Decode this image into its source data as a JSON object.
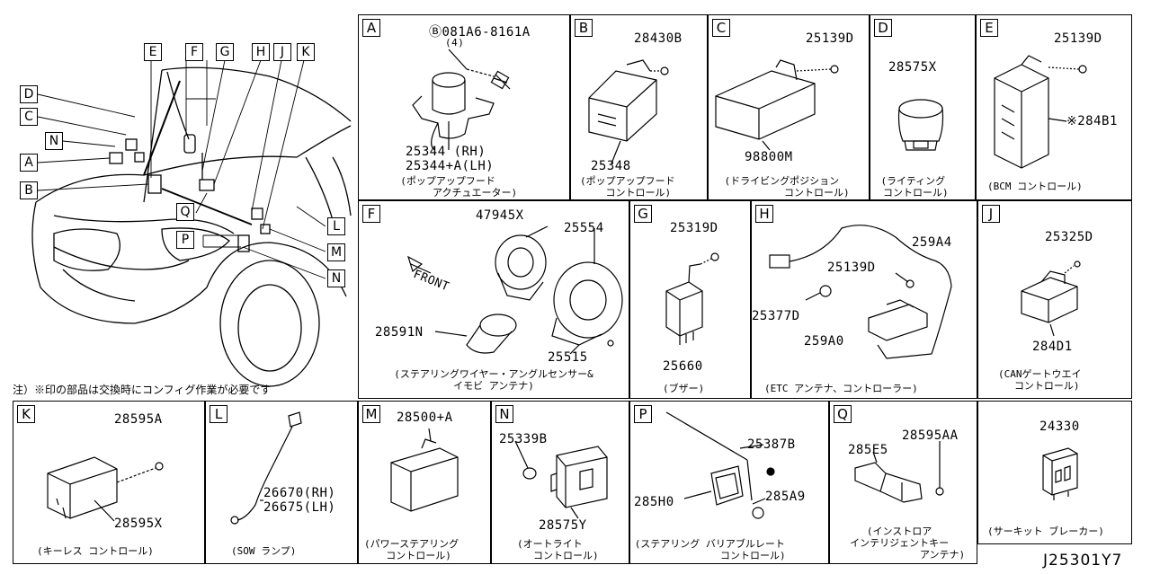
{
  "diagram_code": "J25301Y7",
  "note": "注）※印の部品は交換時にコンフィグ作業が必要です",
  "overview": {
    "callouts": [
      "E",
      "F",
      "G",
      "H",
      "J",
      "K",
      "D",
      "C",
      "N",
      "A",
      "B",
      "Q",
      "P",
      "L",
      "M",
      "N"
    ]
  },
  "panels": {
    "A": {
      "letter": "A",
      "bolt": "Ⓑ081A6-8161A",
      "bolt_qty": "(4)",
      "part": "25344   (RH)",
      "part2": "25344+A(LH)",
      "cap1": "(ポップアップフード",
      "cap2": "アクチュエーター)"
    },
    "B": {
      "letter": "B",
      "part_top": "28430B",
      "part": "25348",
      "cap1": "(ポップアップフード",
      "cap2": "コントロール)"
    },
    "C": {
      "letter": "C",
      "part_top": "25139D",
      "part": "98800M",
      "cap1": "(ドライビングポジション",
      "cap2": "コントロール)"
    },
    "D": {
      "letter": "D",
      "part": "28575X",
      "cap1": "(ライティング",
      "cap2": "コントロール)"
    },
    "E": {
      "letter": "E",
      "part_top": "25139D",
      "part": "※284B1",
      "cap1": "(BCM コントロール)"
    },
    "F": {
      "letter": "F",
      "p1": "47945X",
      "p2": "25554",
      "p3": "28591N",
      "p4": "25515",
      "front": "FRONT",
      "cap1": "(ステアリングワイヤー・アングルセンサー&",
      "cap2": "イモビ アンテナ)"
    },
    "G": {
      "letter": "G",
      "part_top": "25319D",
      "part": "25660",
      "cap1": "(ブザー)"
    },
    "H": {
      "letter": "H",
      "p1": "259A4",
      "p2": "25139D",
      "p3": "25377D",
      "p4": "259A0",
      "cap1": "(ETC アンテナ、コントローラー)"
    },
    "J": {
      "letter": "J",
      "part_top": "25325D",
      "part": "284D1",
      "cap1": "(CANゲートウエイ",
      "cap2": "コントロール)"
    },
    "K": {
      "letter": "K",
      "part_top": "28595A",
      "part": "28595X",
      "cap1": "(キーレス コントロール)"
    },
    "L": {
      "letter": "L",
      "part": "26670(RH)",
      "part2": "26675(LH)",
      "cap1": "(SOW ランプ)"
    },
    "M": {
      "letter": "M",
      "part": "28500+A",
      "cap1": "(パワーステアリング",
      "cap2": "コントロール)"
    },
    "N": {
      "letter": "N",
      "part_top": "25339B",
      "part": "28575Y",
      "cap1": "(オートライト",
      "cap2": "コントロール)"
    },
    "P": {
      "letter": "P",
      "p1": "25387B",
      "p2": "285H0",
      "p3": "285A9",
      "cap1": "(ステアリング バリアブルレート",
      "cap2": "コントロール)"
    },
    "Q": {
      "letter": "Q",
      "p1": "28595AA",
      "p2": "285E5",
      "cap1": "(インストロア",
      "cap2": "インテリジェントキー",
      "cap3": "アンテナ)"
    },
    "R": {
      "part": "24330",
      "cap1": "(サーキット ブレーカー)"
    }
  }
}
